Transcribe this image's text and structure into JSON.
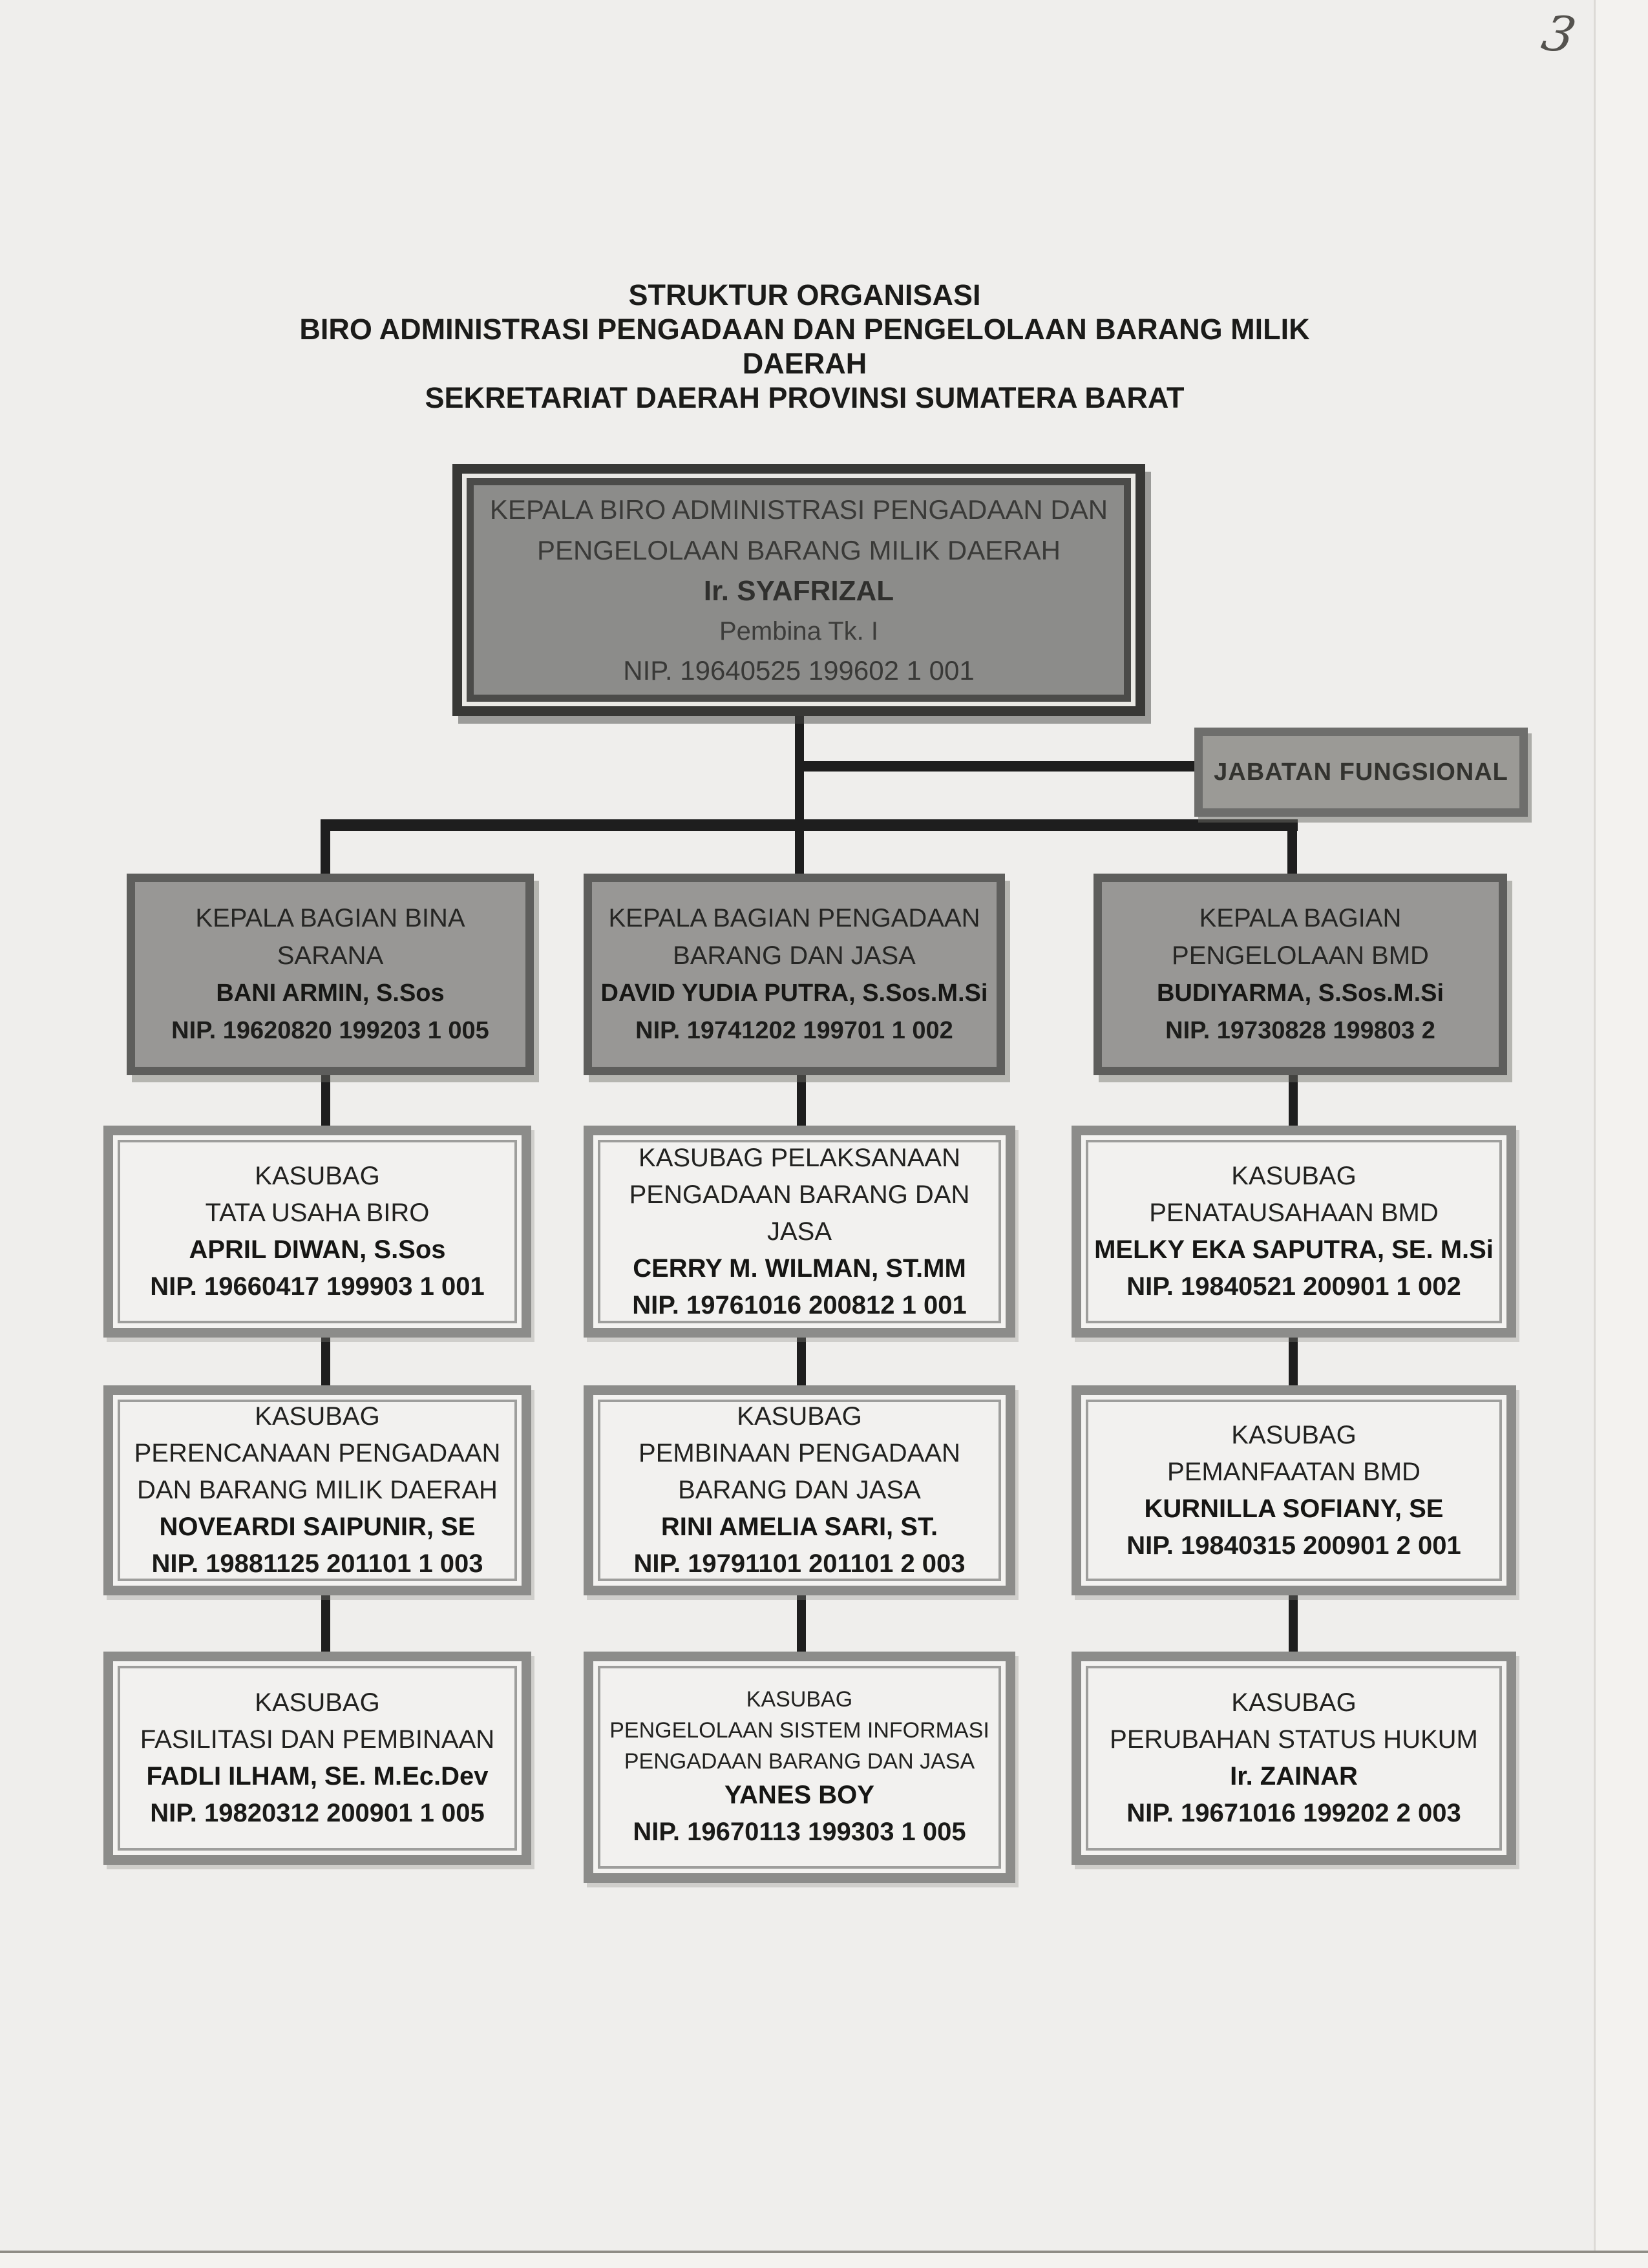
{
  "page_number": "3",
  "title": {
    "line1": "STRUKTUR ORGANISASI",
    "line2": "BIRO ADMINISTRASI PENGADAAN DAN PENGELOLAAN BARANG MILIK DAERAH",
    "line3": "SEKRETARIAT DAERAH PROVINSI SUMATERA BARAT"
  },
  "colors": {
    "paper": "#efeeec",
    "head_box_fill": "#8c8c8a",
    "head_box_border": "#383836",
    "gray_box_fill": "#989795",
    "gray_box_border": "#5e5e5c",
    "kasubag_fill": "#f2f1ef",
    "kasubag_border": "#8c8c8a",
    "connector": "#1e1e1e"
  },
  "head_box": {
    "title_lines": [
      "KEPALA BIRO ADMINISTRASI PENGADAAN DAN",
      "PENGELOLAAN BARANG MILIK DAERAH"
    ],
    "name": "Ir. SYAFRIZAL",
    "rank": "Pembina Tk. I",
    "nip": "NIP. 19640525 199602 1 001"
  },
  "functional_box": {
    "label": "JABATAN FUNGSIONAL"
  },
  "division_heads": [
    {
      "title_lines": [
        "KEPALA BAGIAN BINA",
        "SARANA"
      ],
      "name": "BANI ARMIN, S.Sos",
      "nip": "NIP. 19620820 199203 1 005"
    },
    {
      "title_lines": [
        "KEPALA BAGIAN PENGADAAN",
        "BARANG DAN JASA"
      ],
      "name": "DAVID YUDIA PUTRA, S.Sos.M.Si",
      "nip": "NIP. 19741202 199701 1 002"
    },
    {
      "title_lines": [
        "KEPALA BAGIAN",
        "PENGELOLAAN BMD"
      ],
      "name": "BUDIYARMA, S.Sos.M.Si",
      "nip": "NIP. 19730828 199803 2"
    }
  ],
  "subdivisions": [
    [
      {
        "title_lines": [
          "KASUBAG",
          "TATA USAHA BIRO"
        ],
        "name": "APRIL DIWAN, S.Sos",
        "nip": "NIP. 19660417 199903 1 001"
      },
      {
        "title_lines": [
          "KASUBAG PELAKSANAAN",
          "PENGADAAN BARANG DAN JASA"
        ],
        "name": "CERRY M. WILMAN, ST.MM",
        "nip": "NIP. 19761016 200812 1 001"
      },
      {
        "title_lines": [
          "KASUBAG",
          "PENATAUSAHAAN BMD"
        ],
        "name": "MELKY EKA SAPUTRA, SE. M.Si",
        "nip": "NIP. 19840521 200901 1 002"
      }
    ],
    [
      {
        "title_lines": [
          "KASUBAG",
          "PERENCANAAN PENGADAAN",
          "DAN BARANG MILIK DAERAH"
        ],
        "name": "NOVEARDI SAIPUNIR, SE",
        "nip": "NIP. 19881125 201101 1 003"
      },
      {
        "title_lines": [
          "KASUBAG",
          "PEMBINAAN PENGADAAN",
          "BARANG DAN JASA"
        ],
        "name": "RINI AMELIA SARI, ST.",
        "nip": "NIP. 19791101 201101 2 003"
      },
      {
        "title_lines": [
          "KASUBAG",
          "PEMANFAATAN BMD"
        ],
        "name": "KURNILLA SOFIANY, SE",
        "nip": "NIP. 19840315 200901 2 001"
      }
    ],
    [
      {
        "title_lines": [
          "KASUBAG",
          "FASILITASI DAN PEMBINAAN"
        ],
        "name": "FADLI ILHAM, SE. M.Ec.Dev",
        "nip": "NIP. 19820312 200901 1 005"
      },
      {
        "title_lines": [
          "KASUBAG",
          "PENGELOLAAN SISTEM INFORMASI",
          "PENGADAAN BARANG DAN JASA"
        ],
        "name": "YANES BOY",
        "nip": "NIP. 19670113 199303 1 005"
      },
      {
        "title_lines": [
          "KASUBAG",
          "PERUBAHAN STATUS HUKUM"
        ],
        "name": "Ir. ZAINAR",
        "nip": "NIP. 19671016 199202 2 003"
      }
    ]
  ]
}
